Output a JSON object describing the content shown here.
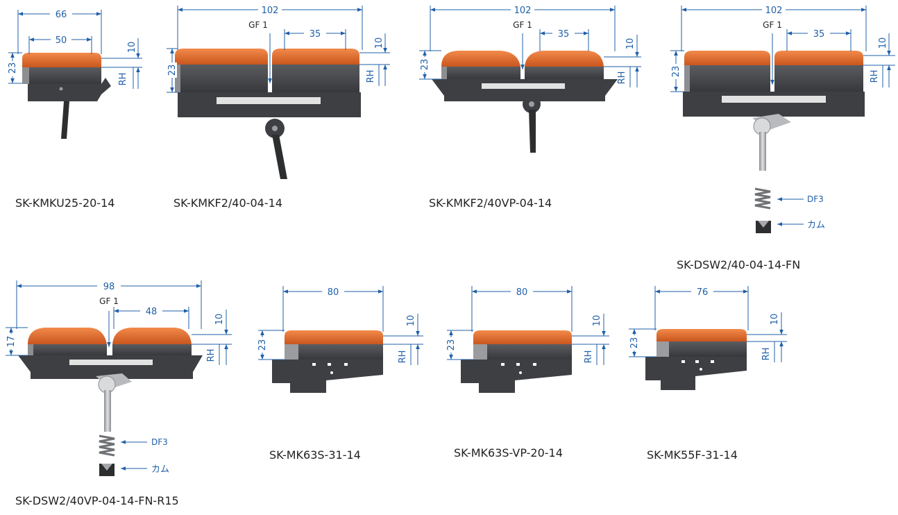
{
  "colors": {
    "dimension": "#1f5fa8",
    "orange_top": "#f07a3a",
    "orange_bottom": "#c9561e",
    "body_dark": "#4a4c50",
    "body_light": "#8c8e92",
    "caption": "#222222"
  },
  "labels": {
    "gap": "GF 1",
    "rh": "RH",
    "spring": "DF3",
    "cam": "カム"
  },
  "products": [
    {
      "name": "SK-KMKU25-20-14",
      "overall": "66",
      "sub": "50",
      "height": "23",
      "top": "10"
    },
    {
      "name": "SK-KMKF2/40-04-14",
      "overall": "102",
      "sub": "35",
      "height": "23",
      "top": "10"
    },
    {
      "name": "SK-KMKF2/40VP-04-14",
      "overall": "102",
      "sub": "35",
      "height": "23",
      "top": "10"
    },
    {
      "name": "SK-DSW2/40-04-14-FN",
      "overall": "102",
      "sub": "35",
      "height": "23",
      "top": "10"
    },
    {
      "name": "SK-DSW2/40VP-04-14-FN-R15",
      "overall": "98",
      "sub": "48",
      "height": "17",
      "top": "10"
    },
    {
      "name": "SK-MK63S-31-14",
      "overall": "80",
      "height": "23",
      "top": "10"
    },
    {
      "name": "SK-MK63S-VP-20-14",
      "overall": "80",
      "height": "23",
      "top": "10"
    },
    {
      "name": "SK-MK55F-31-14",
      "overall": "76",
      "height": "23",
      "top": "10"
    }
  ]
}
